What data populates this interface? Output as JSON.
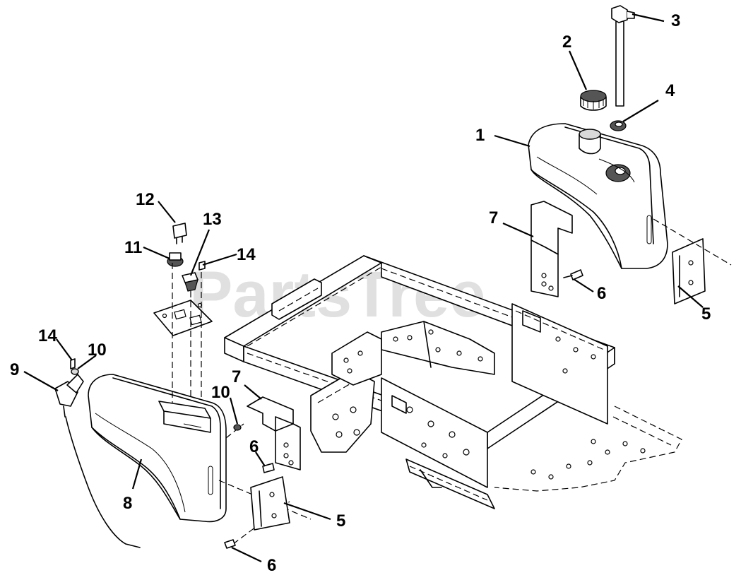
{
  "watermark": {
    "text": "PartsTree",
    "trademark": "TM"
  },
  "callouts": [
    {
      "id": "c1",
      "label": "1"
    },
    {
      "id": "c2",
      "label": "2"
    },
    {
      "id": "c3",
      "label": "3"
    },
    {
      "id": "c4",
      "label": "4"
    },
    {
      "id": "c5a",
      "label": "5"
    },
    {
      "id": "c5b",
      "label": "5"
    },
    {
      "id": "c6a",
      "label": "6"
    },
    {
      "id": "c6b",
      "label": "6"
    },
    {
      "id": "c6c",
      "label": "6"
    },
    {
      "id": "c7a",
      "label": "7"
    },
    {
      "id": "c7b",
      "label": "7"
    },
    {
      "id": "c8",
      "label": "8"
    },
    {
      "id": "c9",
      "label": "9"
    },
    {
      "id": "c10a",
      "label": "10"
    },
    {
      "id": "c10b",
      "label": "10"
    },
    {
      "id": "c11",
      "label": "11"
    },
    {
      "id": "c12",
      "label": "12"
    },
    {
      "id": "c13",
      "label": "13"
    },
    {
      "id": "c14a",
      "label": "14"
    },
    {
      "id": "c14b",
      "label": "14"
    }
  ]
}
